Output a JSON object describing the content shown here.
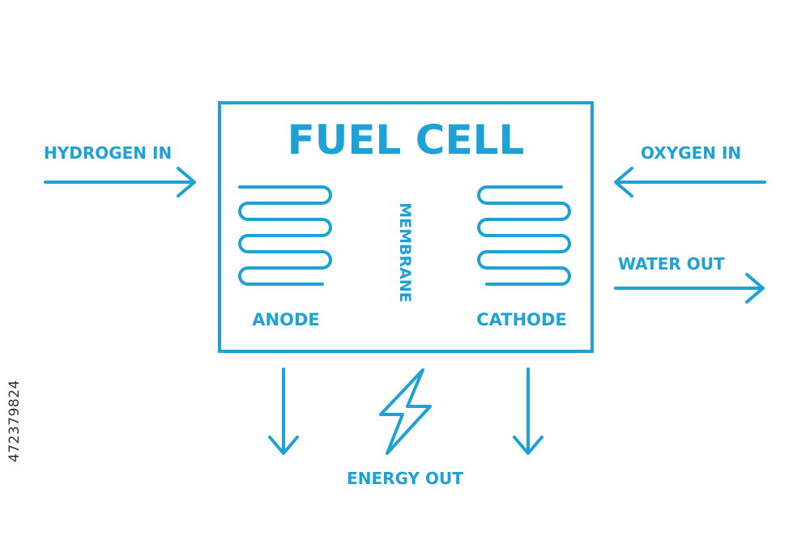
{
  "colors": {
    "accent": "#1ea2d6",
    "background": "#ffffff"
  },
  "diagram": {
    "title": "FUEL CELL",
    "anode_label": "ANODE",
    "membrane_label": "MEMBRANE",
    "cathode_label": "CATHODE",
    "hydrogen_in": "HYDROGEN IN",
    "oxygen_in": "OXYGEN IN",
    "water_out": "WATER OUT",
    "energy_out": "ENERGY OUT"
  },
  "icons": {
    "energy": "lightning-bolt-icon",
    "anode_coil": "serpentine-coil-icon",
    "cathode_coil": "serpentine-coil-icon"
  },
  "side_id": "472379824"
}
